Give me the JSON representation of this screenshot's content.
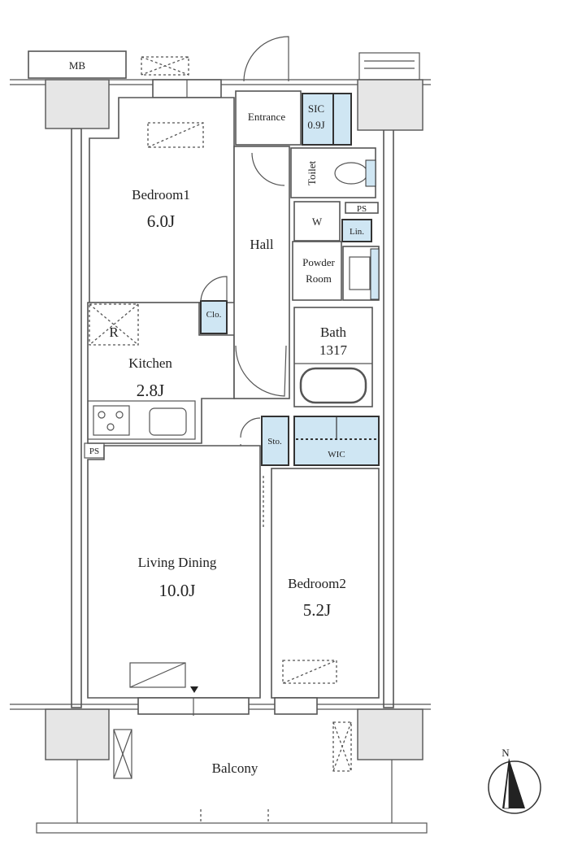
{
  "floor_plan": {
    "rooms": {
      "mb": "MB",
      "entrance": "Entrance",
      "sic_label": "SIC",
      "sic_size": "0.9J",
      "toilet": "Toilet",
      "w": "W",
      "ps_top": "PS",
      "lin": "Lin.",
      "powder1": "Powder",
      "powder2": "Room",
      "hall": "Hall",
      "bath_label": "Bath",
      "bath_size": "1317",
      "bedroom1_label": "Bedroom1",
      "bedroom1_size": "6.0J",
      "clo": "Clo.",
      "fridge": "R",
      "kitchen_label": "Kitchen",
      "kitchen_size": "2.8J",
      "ps_kitchen": "PS",
      "sto": "Sto.",
      "wic": "WIC",
      "living_label": "Living Dining",
      "living_size": "10.0J",
      "bedroom2_label": "Bedroom2",
      "bedroom2_size": "5.2J",
      "balcony": "Balcony"
    },
    "compass": {
      "label": "N"
    },
    "colors": {
      "storage": "#cfe6f3",
      "column": "#e6e6e6",
      "line": "#555555"
    }
  }
}
